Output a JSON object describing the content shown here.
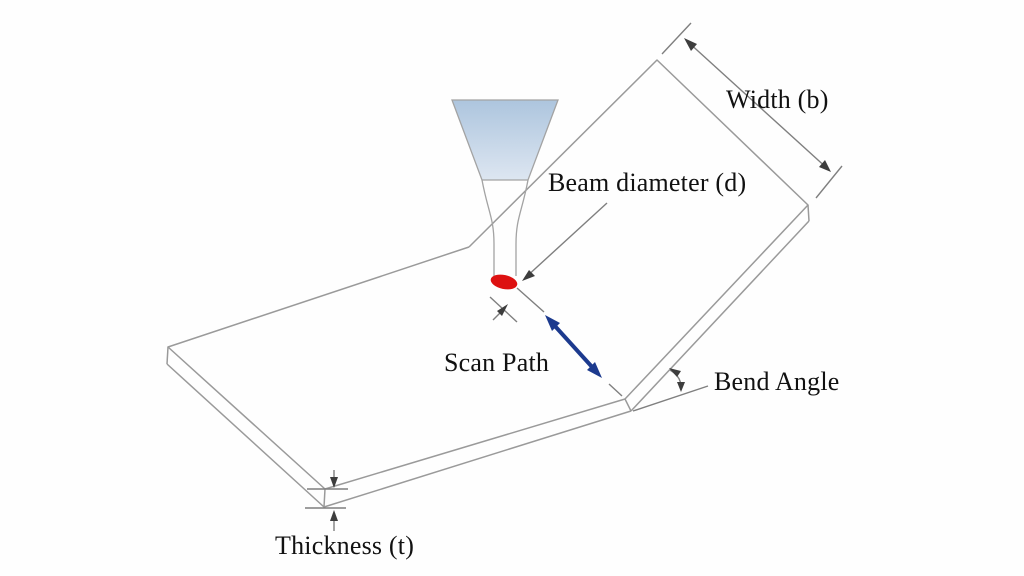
{
  "diagram": {
    "labels": {
      "width": "Width (b)",
      "beam_diameter": "Beam diameter (d)",
      "scan_path": "Scan Path",
      "bend_angle": "Bend Angle",
      "thickness": "Thickness (t)"
    },
    "colors": {
      "background": "#fefefe",
      "sheet_outline": "#9a9a9a",
      "dimension_line": "#7f7f7f",
      "arrowhead": "#3d3d3d",
      "label_text": "#111111",
      "laser_beam_top": "#adc5de",
      "laser_beam_bottom": "#dde6f1",
      "beam_spot": "#dd1111",
      "scan_path_arrow": "#1c3a8e"
    }
  }
}
